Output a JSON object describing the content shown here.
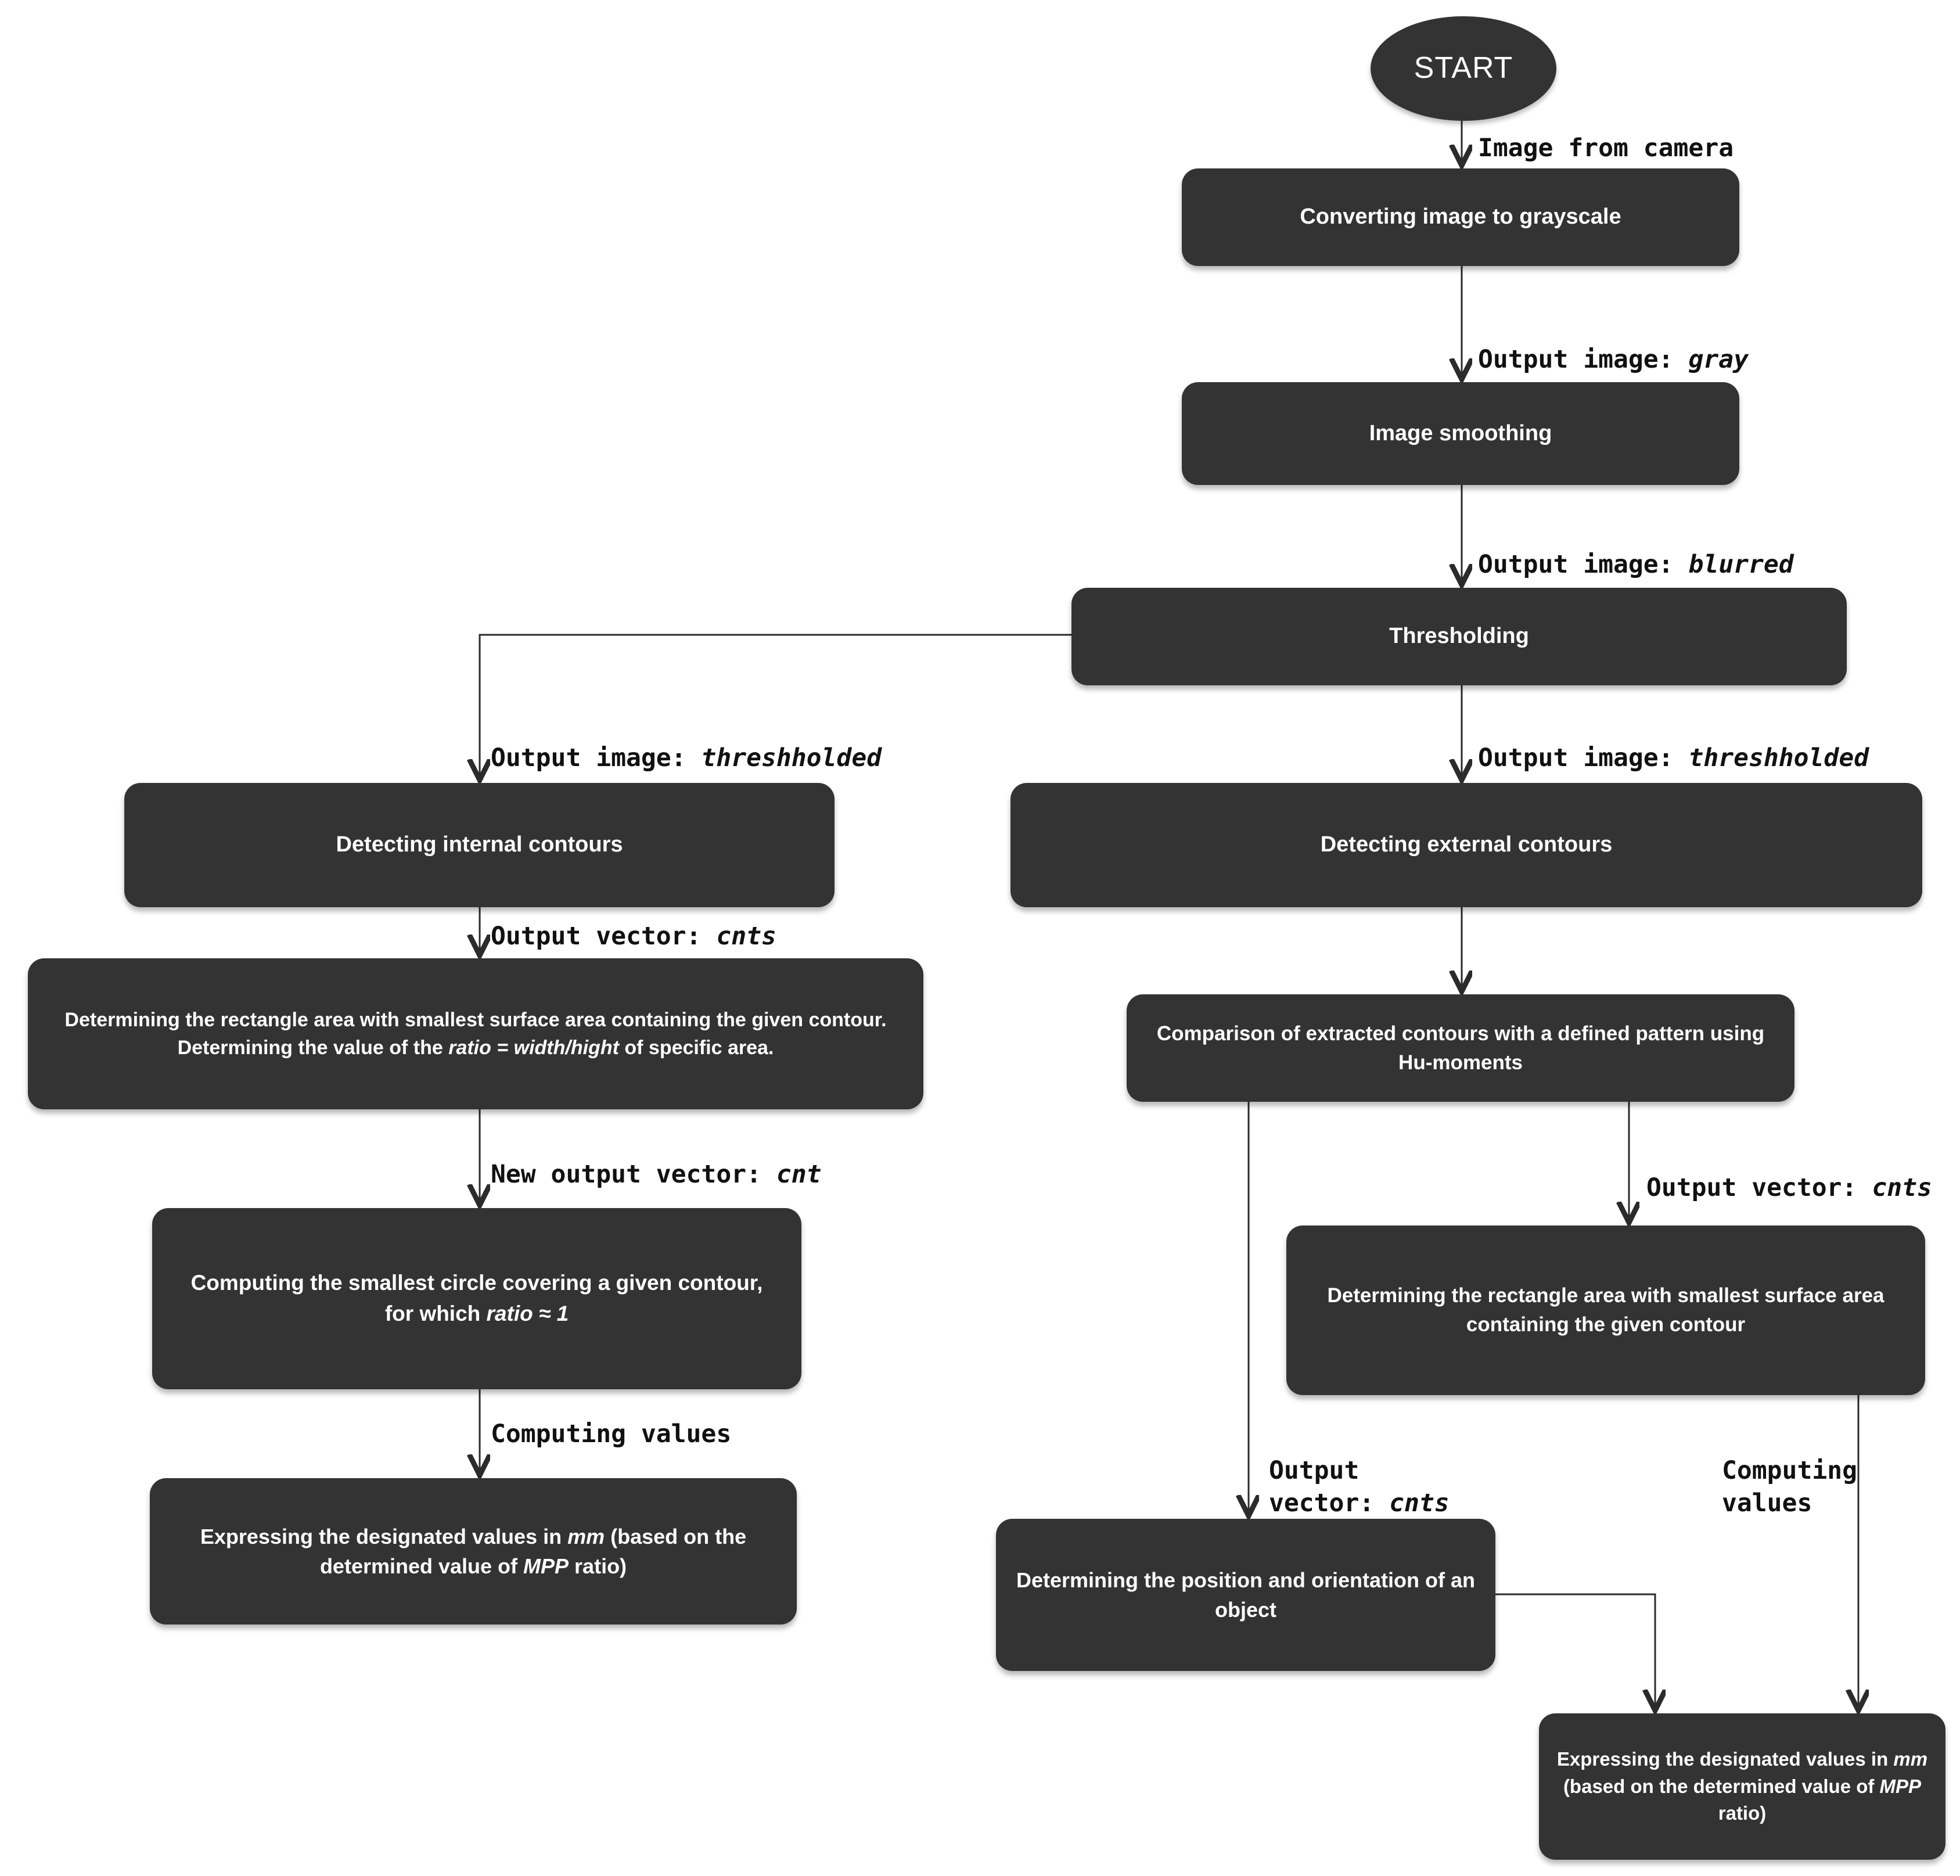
{
  "colors": {
    "node_fill": "#333333",
    "node_text": "#ffffff",
    "edge": "#2b2b2b",
    "label_text": "#111111",
    "canvas_bg": "#ffffff"
  },
  "start": {
    "label": "START"
  },
  "nodes": {
    "convert": {
      "text": "Converting image to grayscale"
    },
    "smoothing": {
      "text": "Image smoothing"
    },
    "thresholding": {
      "text": "Thresholding"
    },
    "internal": {
      "text": "Detecting internal contours"
    },
    "big_rect": {
      "pre": "Determining the rectangle area with smallest surface area containing the given contour. Determining the value of the ",
      "i1": "ratio = width/hight",
      "post": " of specific area."
    },
    "circle": {
      "pre": "Computing the smallest circle covering a given contour, for which ",
      "i1": "ratio ≈ 1",
      "post": ""
    },
    "express_left": {
      "pre": "Expressing the designated values in ",
      "i1": "mm",
      "mid": "  (based on the determined value of ",
      "i2": "MPP",
      "post": " ratio)"
    },
    "external": {
      "text": "Detecting external contours"
    },
    "comparison": {
      "text": "Comparison of extracted contours with a defined pattern using Hu-moments"
    },
    "rect_right": {
      "text": "Determining the rectangle area with smallest surface area containing the given contour"
    },
    "position": {
      "text": "Determining the position and orientation of an object"
    },
    "express_right": {
      "pre": "Expressing the designated values in ",
      "i1": "mm",
      "mid": "  (based on the determined value of ",
      "i2": "MPP",
      "post": " ratio)"
    }
  },
  "labels": {
    "camera": {
      "text": "Image from camera"
    },
    "gray": {
      "pre": "Output image: ",
      "var": "gray"
    },
    "blurred": {
      "pre": "Output image: ",
      "var": "blurred"
    },
    "thresh_left": {
      "pre": "Output image: ",
      "var": "threshholded"
    },
    "thresh_right": {
      "pre": "Output image: ",
      "var": "threshholded"
    },
    "cnts_left": {
      "pre": "Output vector: ",
      "var": "cnts"
    },
    "new_cnt": {
      "pre": "New output vector: ",
      "var": "cnt"
    },
    "computing_left": {
      "text": "Computing values"
    },
    "cnts_right": {
      "pre": "Output vector: ",
      "var": "cnts"
    },
    "cnts_two": {
      "line1": "Output",
      "line2_pre": "vector: ",
      "var": "cnts"
    },
    "computing_two": {
      "line1": "Computing",
      "line2": "values"
    }
  }
}
